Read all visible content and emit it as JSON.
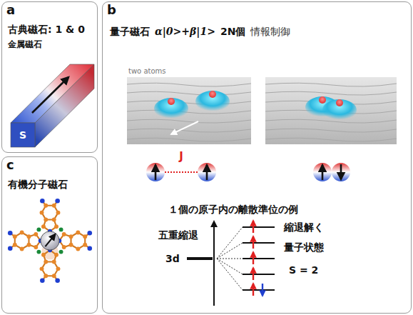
{
  "diagram": {
    "nodes": [
      {
        "text": [
          "a",
          "古典磁石: 1 & 0",
          "金属磁石"
        ]
      },
      {
        "text": [
          "b",
          "量子磁石",
          "α|0>+β|1>",
          "2N個",
          "情報制御"
        ]
      },
      {
        "text": [
          "c",
          "有機分子磁石"
        ]
      }
    ],
    "labels": [
      "S",
      "two atoms",
      "J",
      "１個の原子内の離散準位の例",
      "五重縮退",
      "3d",
      "縮退解く",
      "量子状態",
      "S = 2"
    ]
  }
}
